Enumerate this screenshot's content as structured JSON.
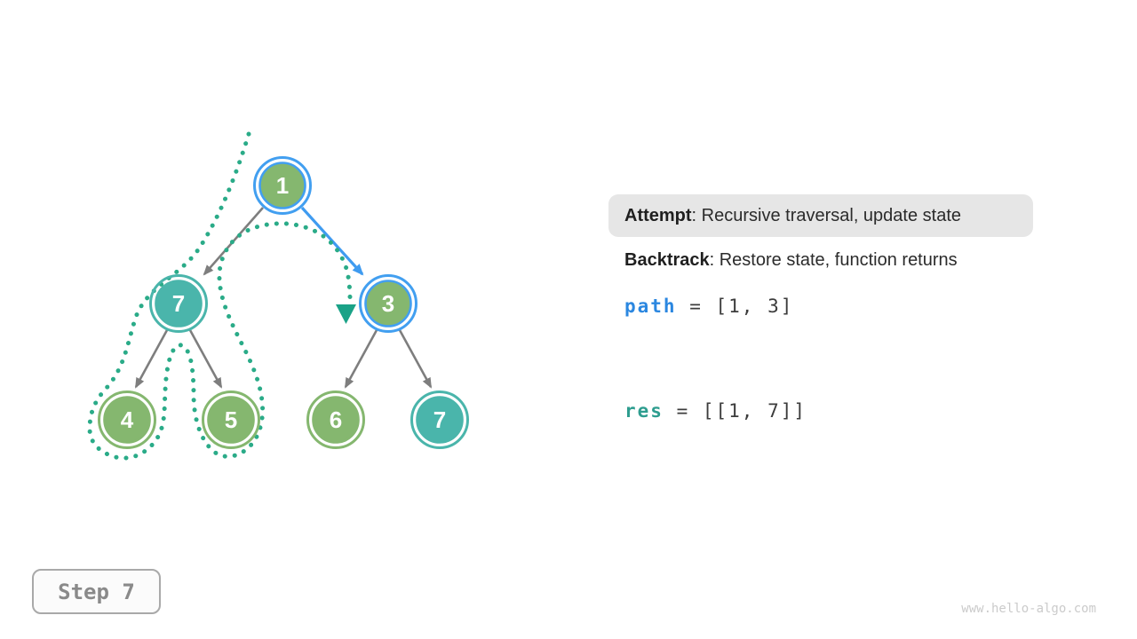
{
  "panel": {
    "attempt": {
      "label": "Attempt",
      "text": ": Recursive traversal, update state"
    },
    "backtrack": {
      "label": "Backtrack",
      "text": ": Restore state, function returns"
    },
    "path": {
      "name": "path",
      "value": " = [1, 3]"
    },
    "res": {
      "name": "res",
      "value": " = [[1, 7]]"
    }
  },
  "tree": {
    "nodes": [
      {
        "value": "1",
        "fill": "green",
        "ring": "blue",
        "state": "on-current-path"
      },
      {
        "value": "7",
        "fill": "teal",
        "ring": "teal",
        "state": "in-result"
      },
      {
        "value": "3",
        "fill": "green",
        "ring": "blue",
        "state": "on-current-path"
      },
      {
        "value": "4",
        "fill": "green",
        "ring": "green",
        "state": "visited"
      },
      {
        "value": "5",
        "fill": "green",
        "ring": "green",
        "state": "visited"
      },
      {
        "value": "6",
        "fill": "green",
        "ring": "green",
        "state": "unvisited"
      },
      {
        "value": "7",
        "fill": "teal",
        "ring": "teal",
        "state": "in-result"
      }
    ],
    "edges": [
      "1-7",
      "1-3",
      "7-4",
      "7-5",
      "3-6",
      "3-7"
    ],
    "highlighted_edge": "1-3"
  },
  "step": {
    "label": "Step 7"
  },
  "watermark": "www.hello-algo.com",
  "colors": {
    "node_green": "#85b76f",
    "node_teal": "#4ab5ab",
    "highlight_blue": "#429ff0",
    "edge_gray": "#7e7e7e",
    "edge_blue": "#3f9bf0",
    "traversal_dots_teal": "#2aab88",
    "path_var_blue": "#2b87e0",
    "res_var_teal": "#2e9d8f",
    "pill_background": "#e6e6e6",
    "step_text_gray": "#8a8a8a"
  }
}
